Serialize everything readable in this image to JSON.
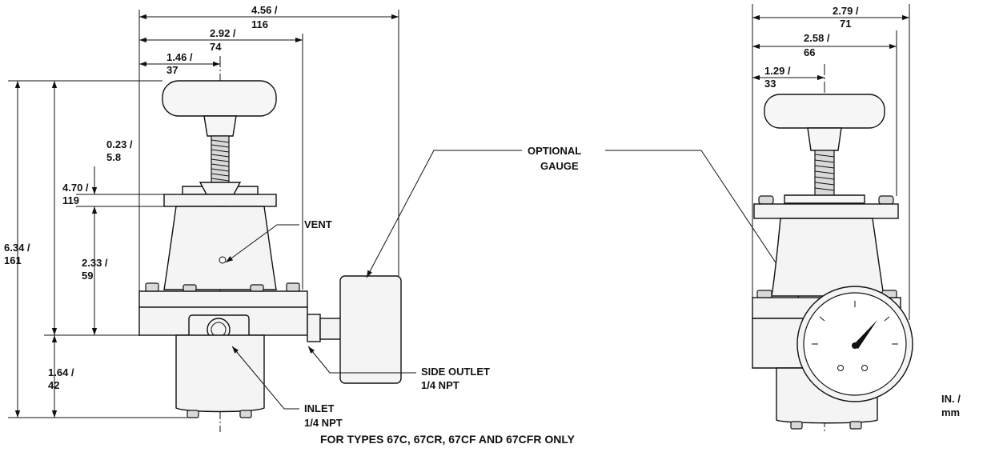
{
  "dimensions": {
    "overall_width": "4.56 /",
    "overall_width_mm": "116",
    "body_width": "2.92 /",
    "body_width_mm": "74",
    "half_width": "1.46 /",
    "half_width_mm": "37",
    "spring_gap": "0.23 /",
    "spring_gap_mm": "5.8",
    "upper_height": "4.70 /",
    "upper_height_mm": "119",
    "overall_height": "6.34 /",
    "overall_height_mm": "161",
    "bonnet_height": "2.33 /",
    "bonnet_height_mm": "59",
    "lower_height": "1.64 /",
    "lower_height_mm": "42",
    "side_overall_width": "2.79 /",
    "side_overall_width_mm": "71",
    "side_body_width": "2.58 /",
    "side_body_width_mm": "66",
    "side_half_width": "1.29 /",
    "side_half_width_mm": "33"
  },
  "callouts": {
    "vent": "VENT",
    "optional_gauge_1": "OPTIONAL",
    "optional_gauge_2": "GAUGE",
    "side_outlet_1": "SIDE OUTLET",
    "side_outlet_2": "1/4 NPT",
    "inlet_1": "INLET",
    "inlet_2": "1/4 NPT"
  },
  "units_1": "IN. /",
  "units_2": "mm",
  "footnote": "FOR TYPES 67C, 67CR, 67CF AND 67CFR ONLY",
  "colors": {
    "line": "#111111",
    "body_fill": "#f4f4f4",
    "background": "#ffffff"
  }
}
